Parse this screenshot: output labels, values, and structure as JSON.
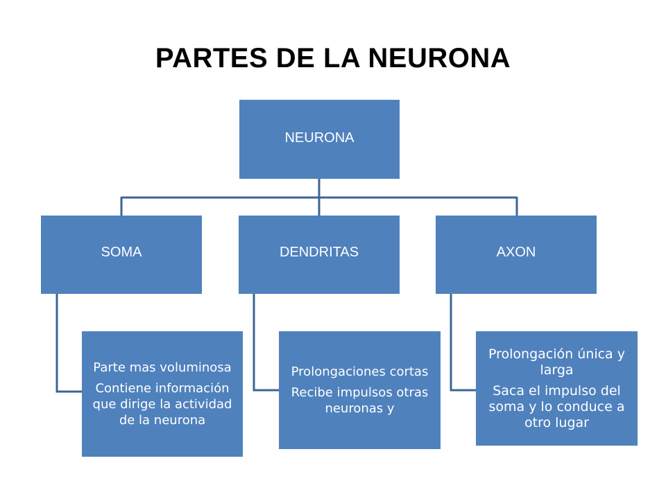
{
  "title": "PARTES DE LA NEURONA",
  "root": {
    "label": "NEURONA"
  },
  "branches": [
    {
      "label": "SOMA",
      "details": [
        "Parte mas voluminosa",
        "Contiene información que dirige la actividad de la neurona"
      ]
    },
    {
      "label": "DENDRITAS",
      "details": [
        "Prolongaciones cortas",
        "Recibe impulsos otras neuronas y"
      ]
    },
    {
      "label": "AXON",
      "details": [
        "Prolongación única y larga",
        "Saca el impulso del soma y lo conduce a otro lugar"
      ]
    }
  ],
  "colors": {
    "box_fill": "#4f81bd",
    "connector": "#3c6496",
    "text_on_box": "#ffffff"
  }
}
